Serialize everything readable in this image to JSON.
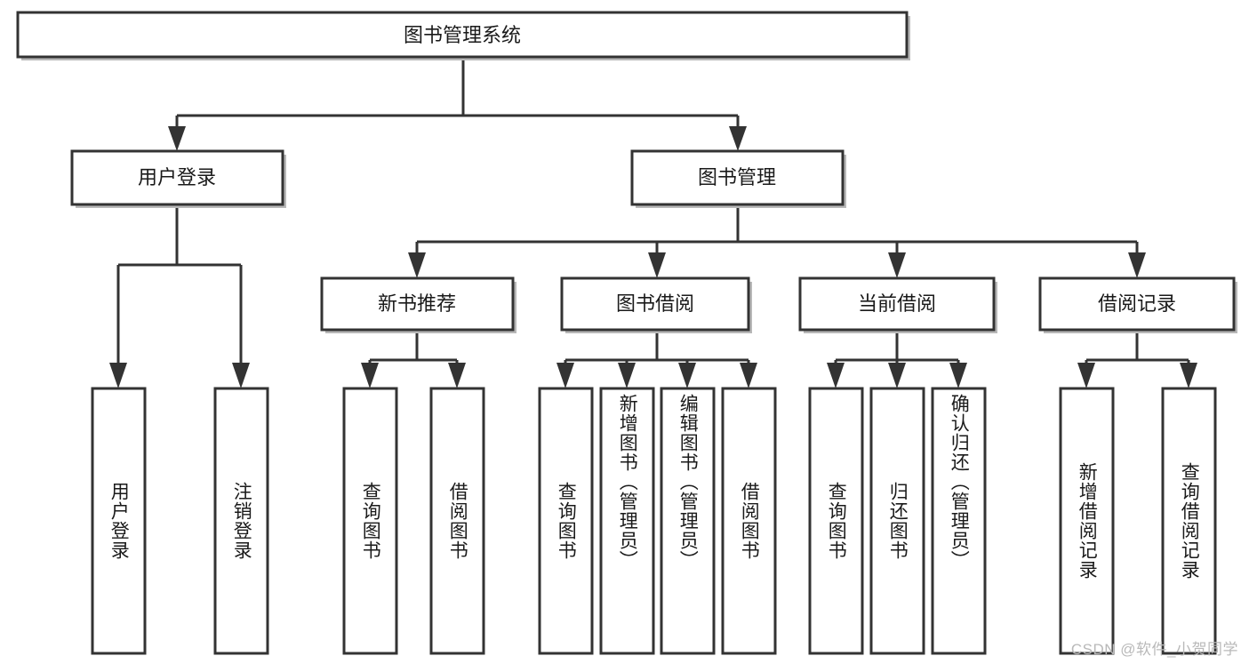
{
  "diagram": {
    "type": "tree",
    "title": "图书管理系统",
    "watermark": "CSDN @软件_小贺同学",
    "colors": {
      "stroke": "#333333",
      "fill": "#ffffff",
      "text": "#1a1a1a",
      "shadow": "#b8b8b8",
      "watermark": "#b9b9b9"
    },
    "root": {
      "label": "图书管理系统"
    },
    "level2": [
      {
        "label": "用户登录"
      },
      {
        "label": "图书管理"
      }
    ],
    "level3": [
      {
        "label": "新书推荐"
      },
      {
        "label": "图书借阅"
      },
      {
        "label": "当前借阅"
      },
      {
        "label": "借阅记录"
      }
    ],
    "leaves": {
      "user_login": [
        {
          "label": "用户登录"
        },
        {
          "label": "注销登录"
        }
      ],
      "new_book_recommend": [
        {
          "label": "查询图书"
        },
        {
          "label": "借阅图书"
        }
      ],
      "book_borrow": [
        {
          "label": "查询图书"
        },
        {
          "label": "新增图书（管理员）"
        },
        {
          "label": "编辑图书（管理员）"
        },
        {
          "label": "借阅图书"
        }
      ],
      "current_borrow": [
        {
          "label": "查询图书"
        },
        {
          "label": "归还图书"
        },
        {
          "label": "确认归还（管理员）"
        }
      ],
      "borrow_record": [
        {
          "label": "新增借阅记录"
        },
        {
          "label": "查询借阅记录"
        }
      ]
    }
  }
}
